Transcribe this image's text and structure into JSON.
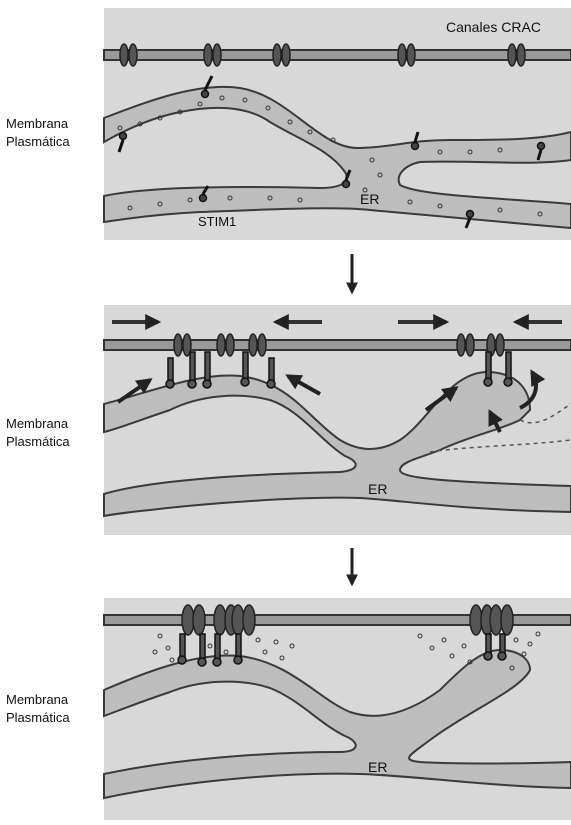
{
  "labels": {
    "top_right": "Canales CRAC",
    "membrane_line1": "Membrana",
    "membrane_line2": "Plasmática",
    "stim": "STIM1",
    "er": "ER"
  },
  "colors": {
    "panel_bg": "#d8d8d8",
    "membrane": "#444444",
    "er_fill": "#b4b4b4",
    "er_stroke": "#3a3a3a",
    "channel": "#4a4a4a",
    "arrow": "#222222"
  },
  "panels": [
    {
      "id": "resting",
      "description_label": "panel-1"
    },
    {
      "id": "translocation",
      "description_label": "panel-2"
    },
    {
      "id": "activation",
      "description_label": "panel-3"
    }
  ]
}
